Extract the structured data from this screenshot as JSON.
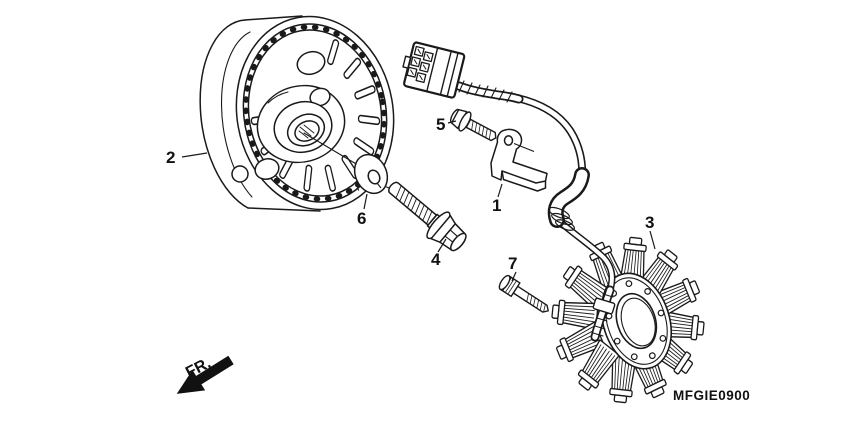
{
  "diagram": {
    "code": "MFGIE0900",
    "direction_label": "FR.",
    "background_color": "#ffffff",
    "line_color": "#1a1a1a"
  },
  "callouts": {
    "1": "1",
    "2": "2",
    "3": "3",
    "4": "4",
    "5": "5",
    "6": "6",
    "7": "7"
  }
}
